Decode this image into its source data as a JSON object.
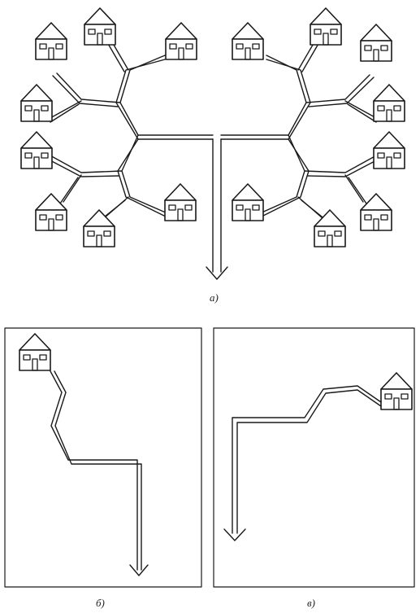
{
  "captions": {
    "a": "а)",
    "b": "б)",
    "c": "в)"
  },
  "colors": {
    "line": "#1a1a1a",
    "background": "#ffffff"
  }
}
